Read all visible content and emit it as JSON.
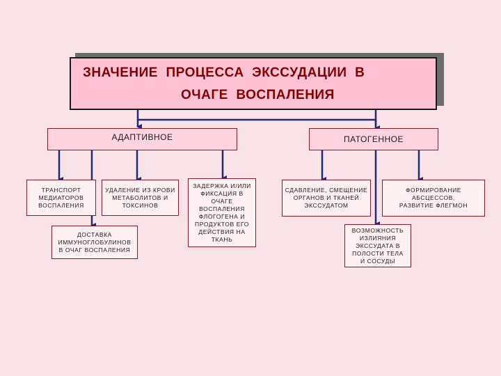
{
  "title": {
    "line1": "ЗНАЧЕНИЕ  ПРОЦЕССА  ЭКССУДАЦИИ  В",
    "line2": "ОЧАГЕ  ВОСПАЛЕНИЯ"
  },
  "categories": {
    "adaptive": "АДАПТИВНОЕ",
    "pathogenic": "ПАТОГЕННОЕ"
  },
  "adaptive_items": {
    "transport": "ТРАНСПОРТ\nМЕДИАТОРОВ\nВОСПАЛЕНИЯ",
    "delivery": "ДОСТАВКА\nИММУНОГЛОБУЛИНОВ\nВ  ОЧАГ  ВОСПАЛЕНИЯ",
    "removal": "УДАЛЕНИЕ  ИЗ  КРОВИ\nМЕТАБОЛИТОВ  И\nТОКСИНОВ",
    "retention": "ЗАДЕРЖКА  И/ИЛИ\nФИКСАЦИЯ  В\nОЧАГЕ\nВОСПАЛЕНИЯ\nФЛОГОГЕНА  И\nПРОДУКТОВ  ЕГО\nДЕЙСТВИЯ  НА\nТКАНЬ"
  },
  "pathogenic_items": {
    "compression": "СДАВЛЕНИЕ,  СМЕЩЕНИЕ\nОРГАНОВ  И  ТКАНЕЙ\nЭКССУДАТОМ",
    "outpouring": "ВОЗМОЖНОСТЬ\nИЗЛИЯНИЯ\nЭКССУДАТА  В\nПОЛОСТИ  ТЕЛА\nИ  СОСУДЫ",
    "abscess": "ФОРМИРОВАНИЕ\nАБСЦЕССОВ,\nРАЗВИТИЕ  ФЛЕГМОН"
  },
  "colors": {
    "background": "#fae3e8",
    "title_fill": "#ffc2d4",
    "title_text": "#800000",
    "arrow": "#1e2a78"
  }
}
